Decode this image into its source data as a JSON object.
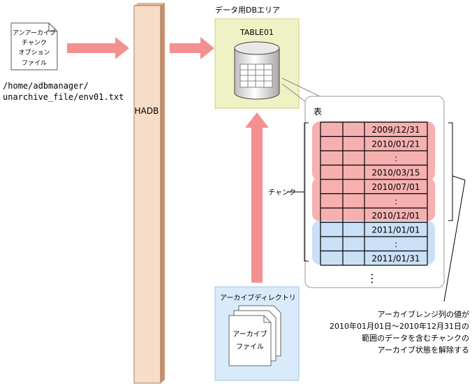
{
  "option_file": {
    "lines": [
      "アンアーカイブ",
      "チャンク",
      "オプション",
      "ファイル"
    ],
    "path_line1": "/home/adbmanager/",
    "path_line2": "unarchive_file/env01.txt"
  },
  "hadb": {
    "label": "HADB"
  },
  "db_area": {
    "title": "データ用DBエリア",
    "table_name": "TABLE01"
  },
  "table": {
    "title": "表",
    "rows": [
      {
        "value": "2009/12/31",
        "group": "red"
      },
      {
        "value": "2010/01/21",
        "group": "red"
      },
      {
        "value": ":",
        "group": "red"
      },
      {
        "value": "2010/03/15",
        "group": "red"
      },
      {
        "value": "2010/07/01",
        "group": "red"
      },
      {
        "value": ":",
        "group": "red"
      },
      {
        "value": "2010/12/01",
        "group": "red"
      },
      {
        "value": "2011/01/01",
        "group": "blue"
      },
      {
        "value": ":",
        "group": "blue"
      },
      {
        "value": "2011/01/31",
        "group": "blue"
      }
    ],
    "ellipsis": "⋮"
  },
  "chunk_label": "チャンク",
  "archive_dir": {
    "title": "アーカイブディレクトリ",
    "file_line1": "アーカイブ",
    "file_line2": "ファイル"
  },
  "annotation": {
    "lines": [
      "アーカイブレンジ列の値が",
      "2010年01月01日～2010年12月31日の",
      "範囲のデータを含むチャンクの",
      "アーカイブ状態を解除する"
    ]
  },
  "colors": {
    "arrow": "#f4908f",
    "hadb_fill": "#f7dcc7",
    "hadb_side": "#c88f6a",
    "db_area_fill": "#eef2c4",
    "db_area_border": "#c8cf7e",
    "archive_fill": "#d9ebfb",
    "archive_border": "#9ec4e6",
    "chunk_red": "#f7b0b0",
    "chunk_blue": "#c9e0f7"
  }
}
